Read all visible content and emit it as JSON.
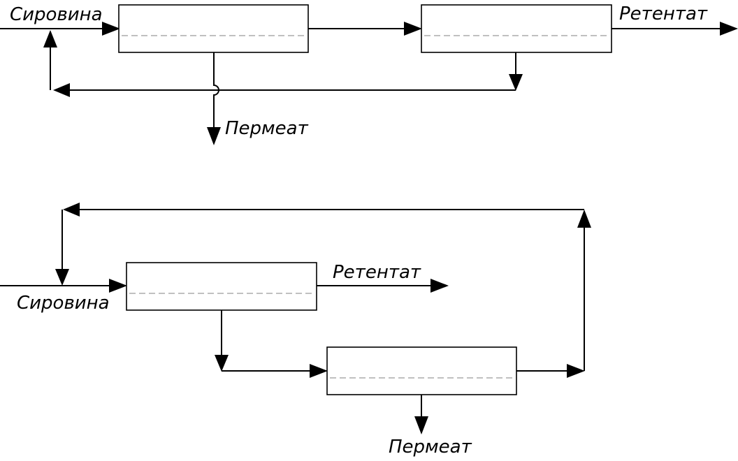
{
  "scheme_top": {
    "feed_label": "Сировина",
    "retentate_label": "Ретентат",
    "permeate_label": "Пермеат"
  },
  "scheme_bottom": {
    "feed_label": "Сировина",
    "retentate_label": "Ретентат",
    "permeate_label": "Пермеат"
  }
}
